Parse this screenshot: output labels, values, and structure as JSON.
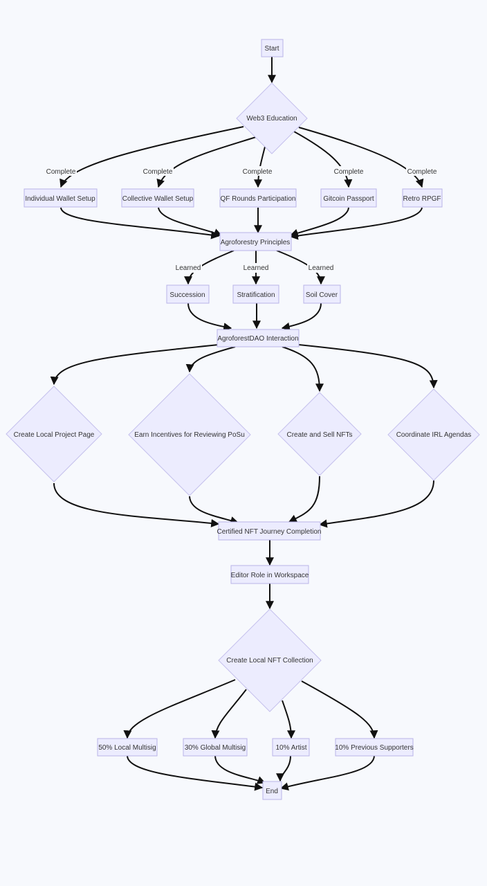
{
  "nodes": {
    "start": "Start",
    "web3": "Web3 Education",
    "individual_wallet": "Individual Wallet Setup",
    "collective_wallet": "Collective Wallet Setup",
    "qf_rounds": "QF Rounds Participation",
    "gitcoin": "Gitcoin Passport",
    "retro": "Retro RPGF",
    "agroforestry": "Agroforestry Principles",
    "succession": "Succession",
    "stratification": "Stratification",
    "soil_cover": "Soil Cover",
    "dao": "AgroforestDAO Interaction",
    "local_project": "Create Local Project Page",
    "earn_incentives": "Earn Incentives for Reviewing PoSu",
    "create_sell": "Create and Sell NFTs",
    "coordinate": "Coordinate IRL Agendas",
    "certified": "Certified NFT Journey Completion",
    "editor": "Editor Role in Workspace",
    "nft_collection": "Create Local NFT Collection",
    "local_multisig": "50% Local Multisig",
    "global_multisig": "30% Global Multisig",
    "artist": "10% Artist",
    "supporters": "10% Previous Supporters",
    "end": "End"
  },
  "edge_labels": {
    "complete": "Complete",
    "learned": "Learned"
  }
}
